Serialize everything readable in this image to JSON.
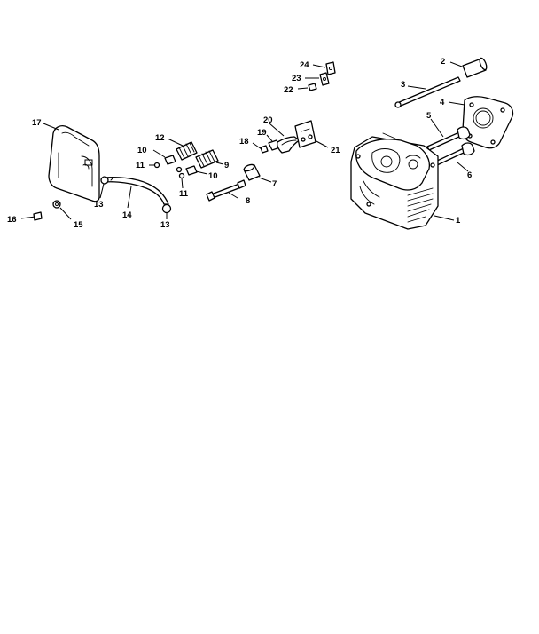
{
  "callouts": {
    "c1": "1",
    "c2": "2",
    "c3": "3",
    "c4": "4",
    "c5": "5",
    "c6": "6",
    "c7": "7",
    "c8": "8",
    "c9": "9",
    "c10a": "10",
    "c10b": "10",
    "c11a": "11",
    "c11b": "11",
    "c12": "12",
    "c13a": "13",
    "c13b": "13",
    "c14": "14",
    "c15": "15",
    "c16": "16",
    "c17": "17",
    "c18": "18",
    "c19": "19",
    "c20": "20",
    "c21": "21",
    "c22": "22",
    "c23": "23",
    "c24": "24"
  }
}
